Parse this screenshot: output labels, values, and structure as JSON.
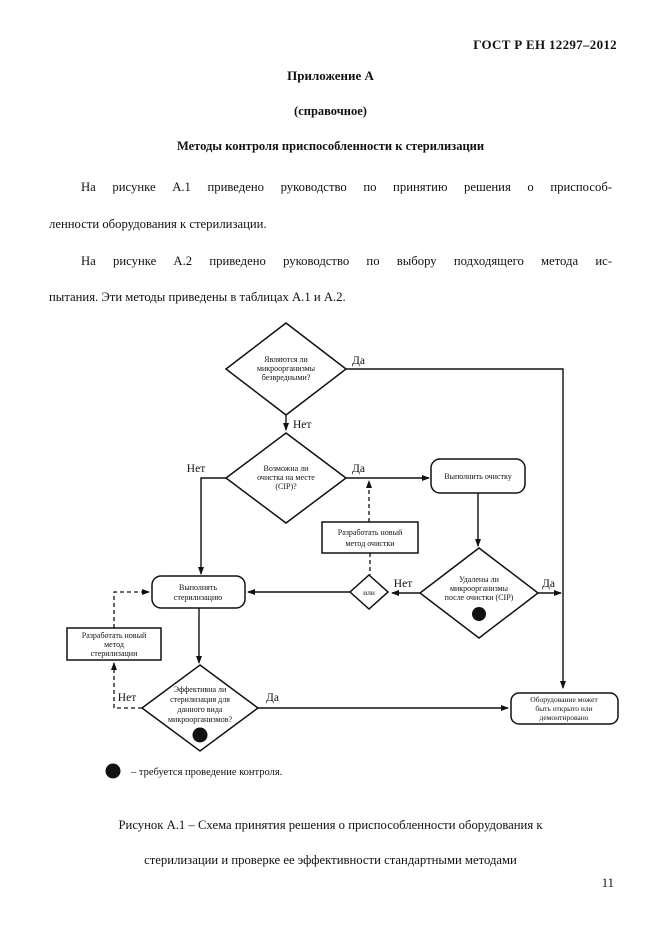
{
  "header": {
    "doc_number": "ГОСТ Р ЕН 12297–2012",
    "page_number": "11"
  },
  "headings": {
    "appendix": "Приложение А",
    "type": "(справочное)",
    "title": "Методы контроля приспособленности к стерилизации"
  },
  "body": {
    "p1_line1": "На рисунке А.1 приведено руководство по принятию решения о приспособ-",
    "p1_line2": "ленности оборудования к стерилизации.",
    "p2_line1": "На рисунке А.2 приведено руководство по выбору подходящего метода ис-",
    "p2_line2": "пытания. Эти методы приведены в таблицах А.1 и А.2."
  },
  "flowchart": {
    "labels": {
      "yes": "Да",
      "no": "Нет"
    },
    "d1": {
      "l1": "Являются ли",
      "l2": "микроорганизмы",
      "l3": "безвредными?"
    },
    "d2": {
      "l1": "Возможна ли",
      "l2": "очистка на месте",
      "l3": "(CIP)?"
    },
    "b1": {
      "l1": "Выполнить очистку"
    },
    "b3": {
      "l1": "Разработать новый",
      "l2": "метод очистки"
    },
    "d3": {
      "l1": "Удалены ли",
      "l2": "микроорганизмы",
      "l3": "после очистки (CIP)"
    },
    "or": {
      "l1": "или"
    },
    "b2": {
      "l1": "Выполнять",
      "l2": "стерилизацию"
    },
    "b4": {
      "l1": "Разработать новый",
      "l2": "метод",
      "l3": "стерилизации"
    },
    "d4": {
      "l1": "Эффективна ли",
      "l2": "стерилизация для",
      "l3": "данного вида",
      "l4": "микроорганизмов?"
    },
    "b5": {
      "l1": "Оборудование может",
      "l2": "быть открыто или",
      "l3": "демонтировано"
    },
    "legend_text": "– требуется проведение контроля."
  },
  "caption": {
    "line1": "Рисунок А.1 – Схема принятия решения о приспособленности оборудования к",
    "line2": "стерилизации и проверке ее эффективности стандартными методами"
  }
}
